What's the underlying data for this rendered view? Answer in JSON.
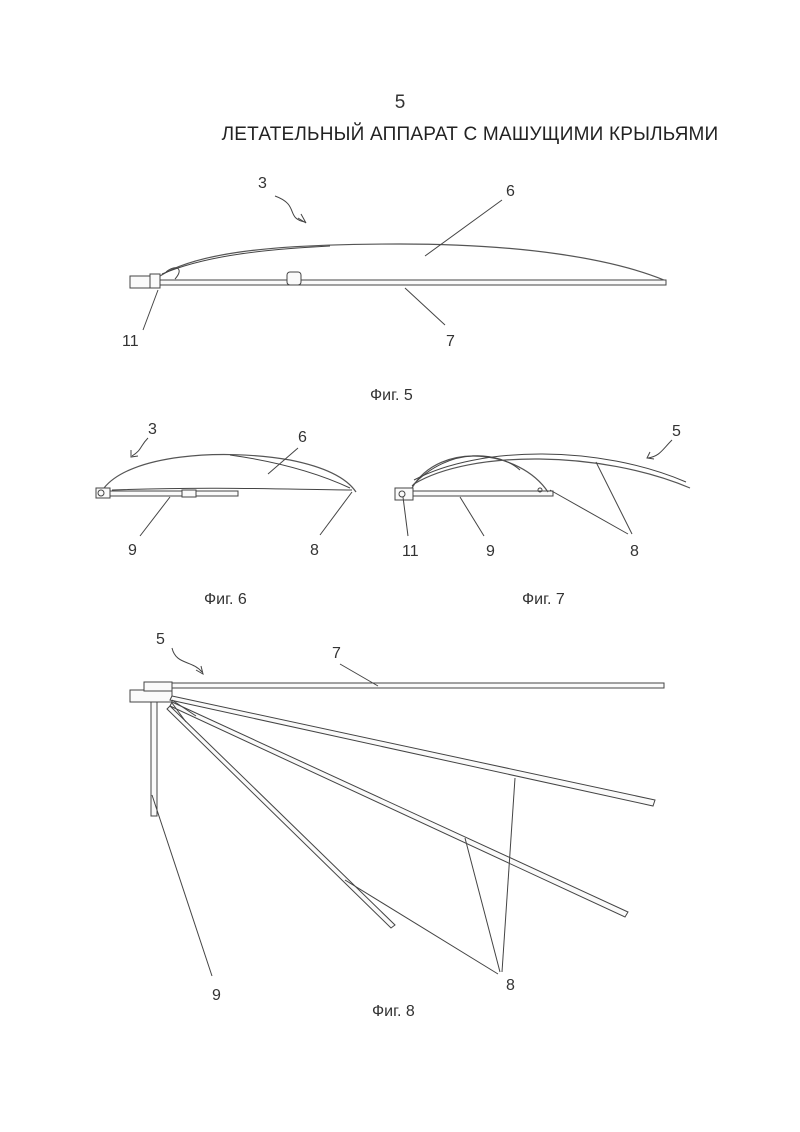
{
  "page": {
    "number": "5",
    "title": "ЛЕТАТЕЛЬНЫЙ АППАРАТ С МАШУЩИМИ КРЫЛЬЯМИ"
  },
  "figures": {
    "fig5": {
      "caption": "Фиг. 5",
      "labels": {
        "l3": "3",
        "l6": "6",
        "l7": "7",
        "l11": "11"
      }
    },
    "fig6": {
      "caption": "Фиг. 6",
      "labels": {
        "l3": "3",
        "l6": "6",
        "l8": "8",
        "l9": "9"
      }
    },
    "fig7": {
      "caption": "Фиг. 7",
      "labels": {
        "l5": "5",
        "l8": "8",
        "l9": "9",
        "l11": "11"
      }
    },
    "fig8": {
      "caption": "Фиг. 8",
      "labels": {
        "l5": "5",
        "l7": "7",
        "l8": "8",
        "l9": "9"
      }
    }
  },
  "colors": {
    "ink": "#444444",
    "paper": "#ffffff"
  }
}
